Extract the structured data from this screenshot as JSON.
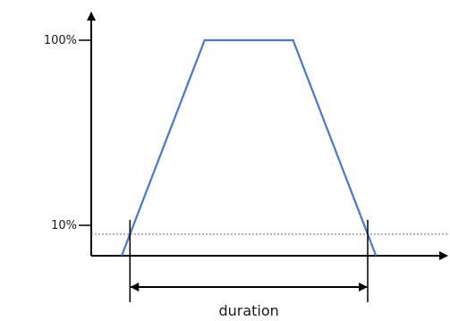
{
  "diagram": {
    "type": "trapezoid-pulse",
    "y_ticks": [
      {
        "value": 100,
        "label": "100%"
      },
      {
        "value": 10,
        "label": "10%"
      }
    ],
    "threshold_percent": 10,
    "pulse_points_percent": [
      {
        "t": 0.0,
        "y": 0
      },
      {
        "t": 0.3,
        "y": 100
      },
      {
        "t": 0.62,
        "y": 100
      },
      {
        "t": 0.92,
        "y": 0
      }
    ],
    "duration_label": "duration",
    "colors": {
      "pulse": "#4a78c8",
      "axis": "#000000",
      "threshold": "#8a8a8a",
      "text": "#1a1a1a"
    }
  }
}
